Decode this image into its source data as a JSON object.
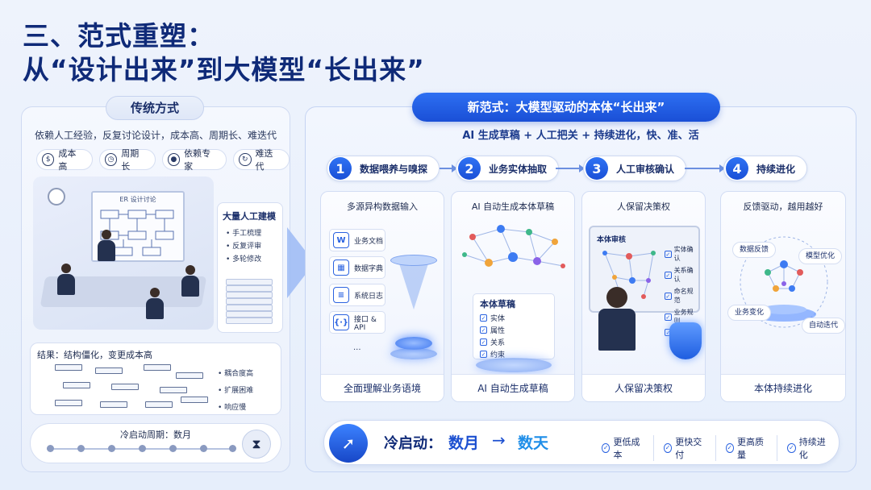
{
  "title": {
    "line1": "三、范式重塑：",
    "line2": "从“设计出来”到大模型“长出来”"
  },
  "left": {
    "tag": "传统方式",
    "desc": "依赖人工经验，反复讨论设计，成本高、周期长、难迭代",
    "chips": [
      {
        "icon": "coin-icon",
        "glyph": "$",
        "label": "成本高"
      },
      {
        "icon": "clock-icon",
        "glyph": "◷",
        "label": "周期长"
      },
      {
        "icon": "expert-icon",
        "glyph": "●",
        "label": "依赖专家"
      },
      {
        "icon": "refresh-icon",
        "glyph": "↻",
        "label": "难迭代"
      }
    ],
    "board_title": "ER 设计讨论",
    "modeling": {
      "title": "大量人工建模",
      "items": [
        "手工梳理",
        "反复评审",
        "多轮修改"
      ]
    },
    "result": {
      "title": "结果：结构僵化，变更成本高",
      "items": [
        "耦合度高",
        "扩展困难",
        "响应慢"
      ]
    },
    "cycle": {
      "text": "冷启动周期：数月",
      "icon": "hourglass-icon",
      "glyph": "⧗"
    }
  },
  "right": {
    "tag": "新范式：大模型驱动的本体“长出来”",
    "subtitle": "AI 生成草稿 + 人工把关 + 持续进化，快、准、活",
    "steps": [
      {
        "num": "1",
        "label": "数据喂养与嗅探"
      },
      {
        "num": "2",
        "label": "业务实体抽取"
      },
      {
        "num": "3",
        "label": "人工审核确认"
      },
      {
        "num": "4",
        "label": "持续进化"
      }
    ],
    "cards": [
      {
        "top": "多源异构数据输入",
        "bottom": "全面理解业务语境",
        "sources": [
          {
            "icon": "word-doc-icon",
            "glyph": "W",
            "label": "业务文档"
          },
          {
            "icon": "table-icon",
            "glyph": "▦",
            "label": "数据字典"
          },
          {
            "icon": "log-icon",
            "glyph": "≡",
            "label": "系统日志"
          },
          {
            "icon": "api-icon",
            "glyph": "{·}",
            "label": "接口 & API"
          }
        ],
        "more": "..."
      },
      {
        "top": "AI 自动生成本体草稿",
        "bottom": "AI 自动生成草稿",
        "draft": {
          "title": "本体草稿",
          "items": [
            "实体",
            "属性",
            "关系",
            "约束"
          ]
        }
      },
      {
        "top": "人保留决策权",
        "bottom": "人保留决策权",
        "monitor": {
          "title": "本体审核",
          "items": [
            "实体确认",
            "关系确认",
            "命名规范",
            "业务规则",
            "..."
          ]
        }
      },
      {
        "top": "反馈驱动，越用越好",
        "bottom": "本体持续进化",
        "bubbles": [
          "数据反馈",
          "模型优化",
          "业务变化",
          "自动迭代"
        ]
      }
    ],
    "bottom": {
      "label": "冷启动：",
      "from": "数月",
      "arrow": "→",
      "to": "数天",
      "benefits": [
        "更低成本",
        "更快交付",
        "更高质量",
        "持续进化"
      ]
    }
  },
  "colors": {
    "primary": "#1a4fd6",
    "title": "#0f2a78",
    "accent": "#1f8ee8"
  }
}
